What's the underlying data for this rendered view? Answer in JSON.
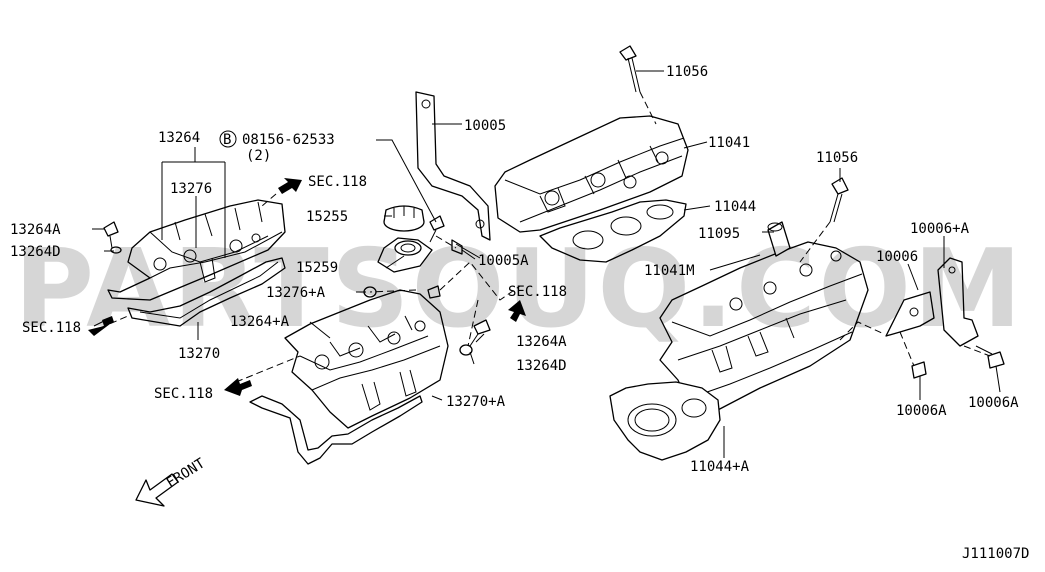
{
  "watermark": "PARTSOUQ.COM",
  "diagram_code": "J111007D",
  "front_label": "FRONT",
  "callouts": {
    "c13264": "13264",
    "c08156": "08156-62533",
    "c08156_qty": "(2)",
    "c08156_symbol": "B",
    "c13276": "13276",
    "sec118_a": "SEC.118",
    "c13264A_left": "13264A",
    "c13264D_left": "13264D",
    "c15255": "15255",
    "c15259": "15259",
    "c13276A": "13276+A",
    "sec118_b": "SEC.118",
    "c13270": "13270",
    "c13264A_plus": "13264+A",
    "sec118_c": "SEC.118",
    "sec118_d": "SEC.118",
    "c13264A_right": "13264A",
    "c13264D_right": "13264D",
    "c13270A": "13270+A",
    "c10005": "10005",
    "c10005A": "10005A",
    "c11056_top": "11056",
    "c11041": "11041",
    "c11044": "11044",
    "c11056_mid": "11056",
    "c11095": "11095",
    "c11041M": "11041M",
    "c10006A_plus": "10006+A",
    "c10006": "10006",
    "c10006A_left": "10006A",
    "c10006A_right": "10006A",
    "c11044A": "11044+A"
  }
}
